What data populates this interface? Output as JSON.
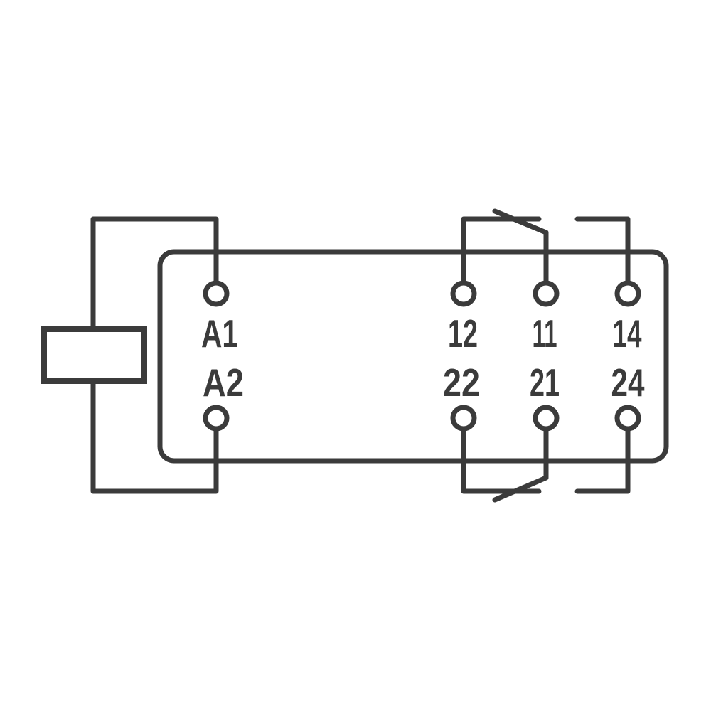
{
  "schematic": {
    "description": "Relay wiring diagram: coil with terminals A1/A2 and two changeover (SPDT) contacts",
    "colors": {
      "line": "#3b3b3b",
      "background": "#ffffff"
    },
    "coil": {
      "terminals": [
        "A1",
        "A2"
      ]
    },
    "contacts": [
      {
        "common": "11",
        "normally_closed": "12",
        "normally_open": "14"
      },
      {
        "common": "21",
        "normally_closed": "22",
        "normally_open": "24"
      }
    ],
    "labels": {
      "a1": "A1",
      "a2": "A2",
      "t12": "12",
      "t11": "11",
      "t14": "14",
      "t22": "22",
      "t21": "21",
      "t24": "24"
    }
  }
}
